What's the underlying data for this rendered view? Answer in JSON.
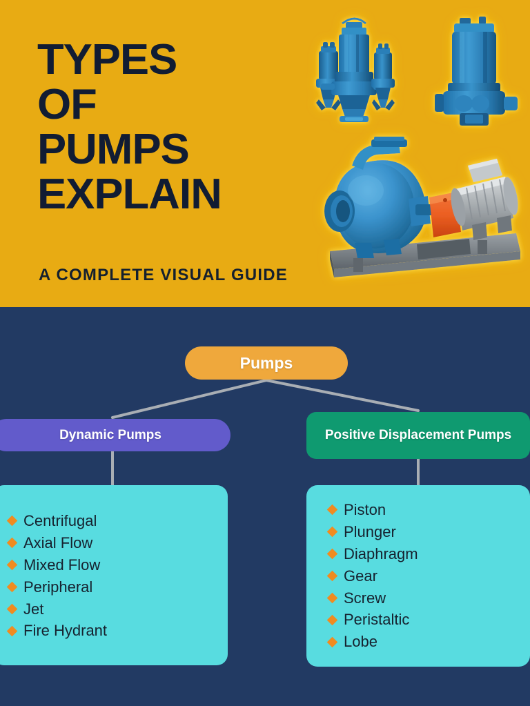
{
  "header": {
    "title_lines": [
      "TYPES",
      "OF",
      "PUMPS",
      "EXPLAIN"
    ],
    "subtitle": "A COMPLETE VISUAL GUIDE",
    "background_color": "#e8ab13",
    "text_color": "#111c33",
    "images": [
      {
        "name": "submersible-pumps-photo",
        "alt": "Blue submersible slurry pumps"
      },
      {
        "name": "centrifugal-pump-photo",
        "alt": "Blue end-suction centrifugal pump with orange coupling guard and grey motor on baseplate"
      }
    ]
  },
  "diagram": {
    "background_color": "#223a63",
    "root": {
      "label": "Pumps",
      "color": "#efa83c"
    },
    "branches": [
      {
        "label": "Dynamic Pumps",
        "color": "#625bcb",
        "card_color": "#58dce0",
        "bullet_color": "#f08b20",
        "items": [
          "Centrifugal",
          "Axial Flow",
          "Mixed Flow",
          "Peripheral",
          "Jet",
          "Fire Hydrant"
        ]
      },
      {
        "label": "Positive Displacement Pumps",
        "color": "#0f9a70",
        "card_color": "#58dce0",
        "bullet_color": "#f08b20",
        "items": [
          "Piston",
          "Plunger",
          "Diaphragm",
          "Gear",
          "Screw",
          "Peristaltic",
          "Lobe"
        ]
      }
    ],
    "connector_color": "#a9aeb4"
  }
}
